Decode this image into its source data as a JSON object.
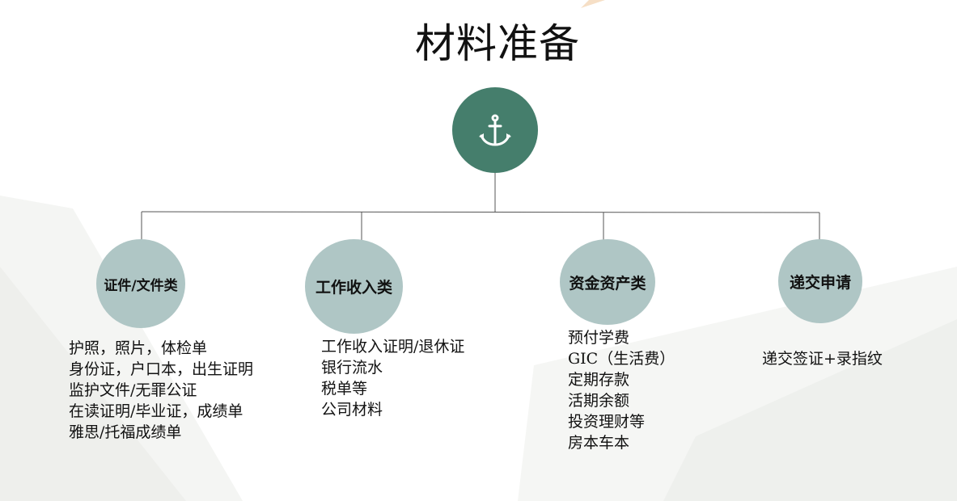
{
  "title": "材料准备",
  "root": {
    "icon": "anchor-icon"
  },
  "categories": [
    {
      "label": "证件/文件类",
      "items": [
        "护照，照片，体检单",
        "身份证，户口本，出生证明",
        "监护文件/无罪公证",
        "在读证明/毕业证，成绩单",
        "雅思/托福成绩单"
      ]
    },
    {
      "label": "工作收入类",
      "items": [
        "工作收入证明/退休证",
        "银行流水",
        "税单等",
        "公司材料"
      ]
    },
    {
      "label": "资金资产类",
      "items": [
        "预付学费",
        "GIC（生活费）",
        "定期存款",
        "活期余额",
        "投资理财等",
        "房本车本"
      ]
    },
    {
      "label": "递交申请",
      "items": [
        "递交签证+录指纹"
      ]
    }
  ],
  "colors": {
    "root": "#457e6c",
    "category": "#afc6c5",
    "text": "#111111",
    "line": "#555555"
  }
}
